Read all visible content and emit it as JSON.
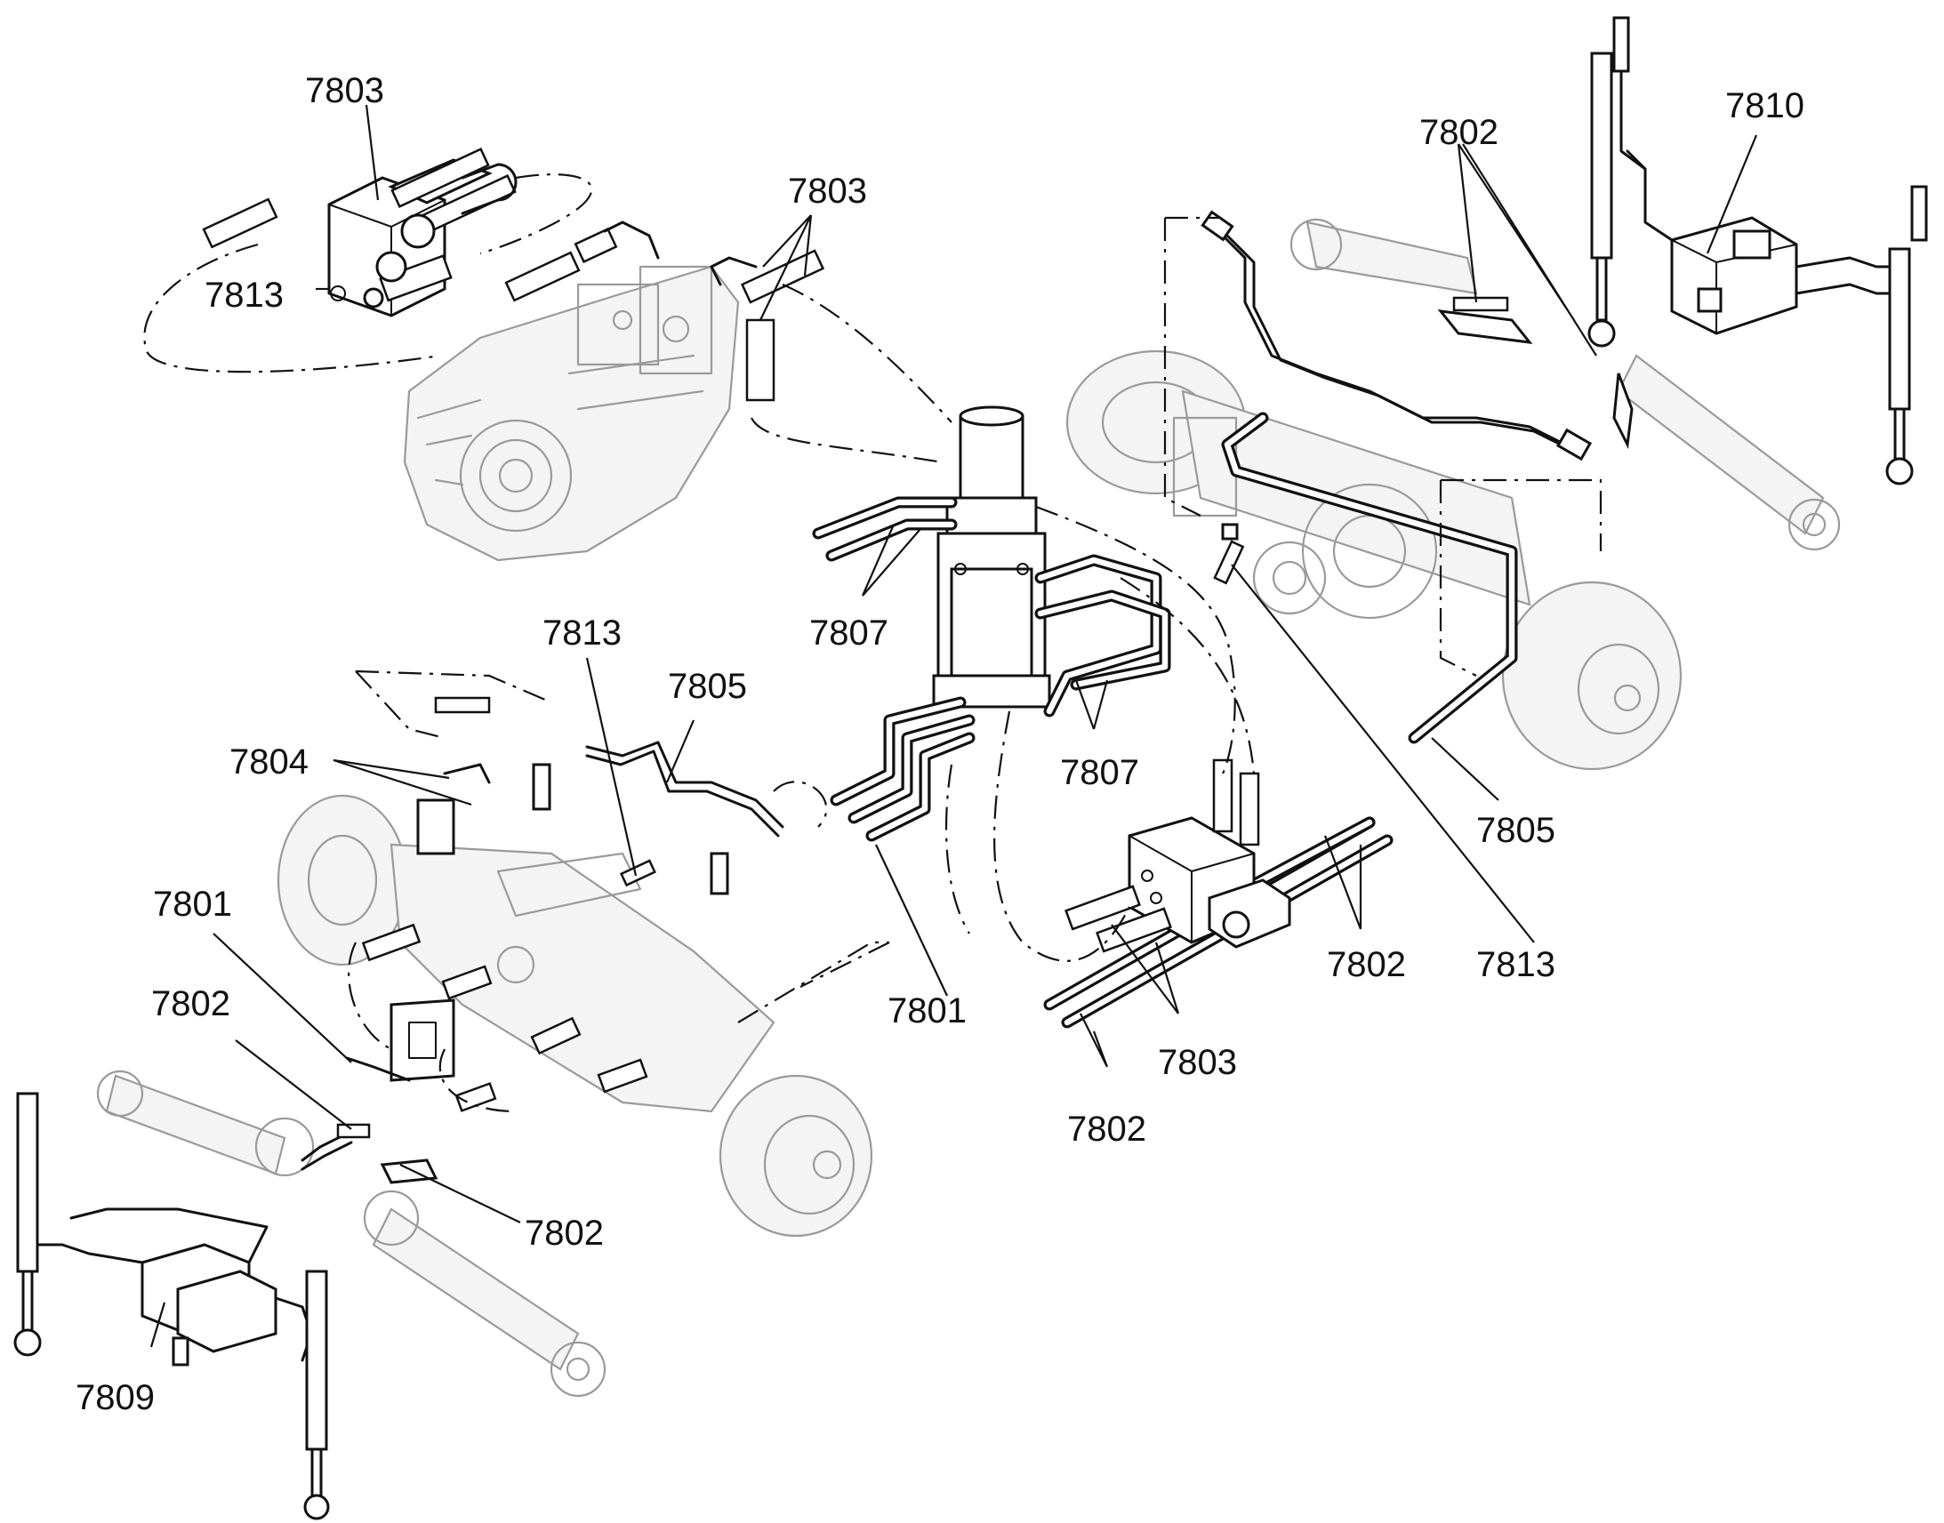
{
  "callouts": [
    {
      "id": "c1",
      "text": "7803"
    },
    {
      "id": "c2",
      "text": "7813"
    },
    {
      "id": "c3",
      "text": "7803"
    },
    {
      "id": "c4",
      "text": "7802"
    },
    {
      "id": "c5",
      "text": "7810"
    },
    {
      "id": "c6",
      "text": "7807"
    },
    {
      "id": "c7",
      "text": "7813"
    },
    {
      "id": "c8",
      "text": "7805"
    },
    {
      "id": "c9",
      "text": "7804"
    },
    {
      "id": "c10",
      "text": "7807"
    },
    {
      "id": "c11",
      "text": "7805"
    },
    {
      "id": "c12",
      "text": "7801"
    },
    {
      "id": "c13",
      "text": "7802"
    },
    {
      "id": "c14",
      "text": "7813"
    },
    {
      "id": "c15",
      "text": "7802"
    },
    {
      "id": "c16",
      "text": "7801"
    },
    {
      "id": "c17",
      "text": "7803"
    },
    {
      "id": "c18",
      "text": "7802"
    },
    {
      "id": "c19",
      "text": "7802"
    },
    {
      "id": "c20",
      "text": "7809"
    }
  ]
}
